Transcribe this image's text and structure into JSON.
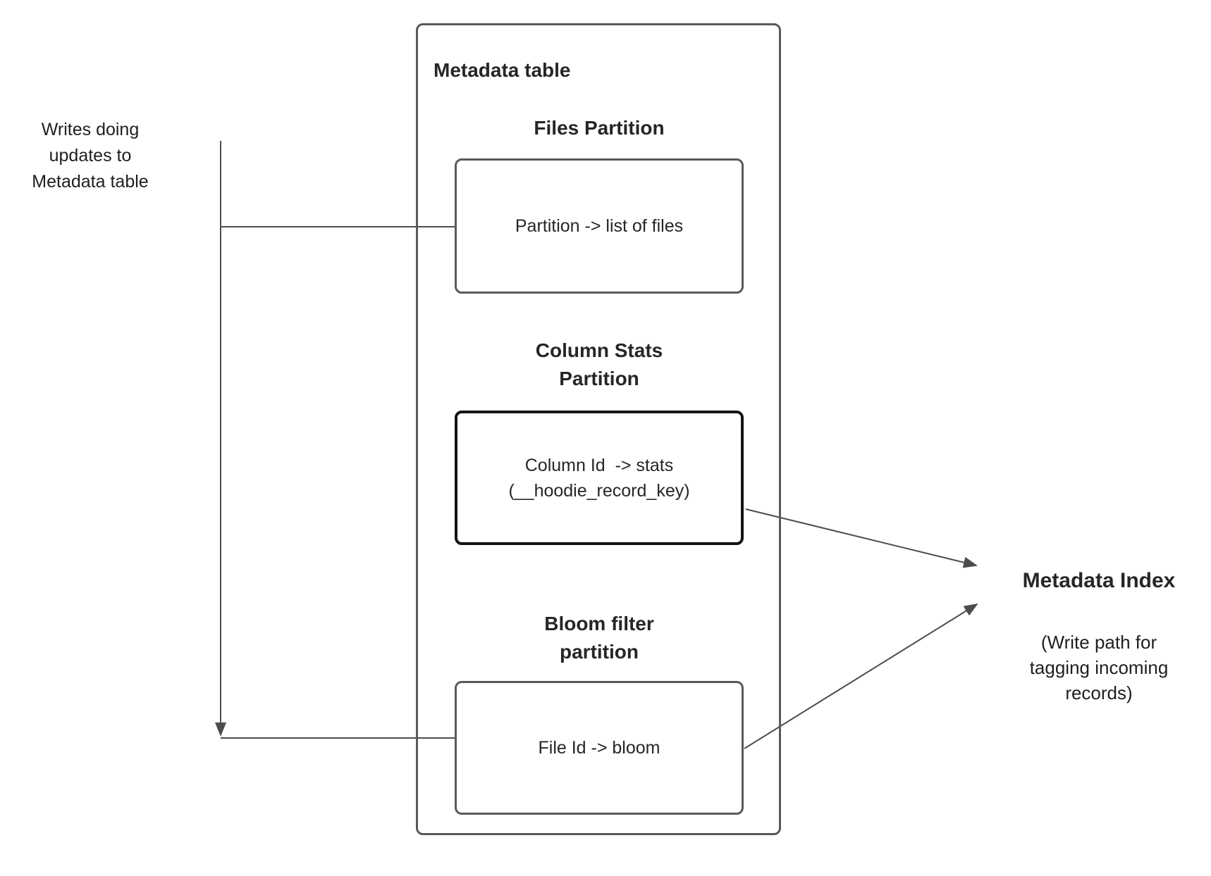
{
  "note_left": "Writes doing\nupdates to\nMetadata table",
  "metadata_table": {
    "title": "Metadata table",
    "files": {
      "heading": "Files Partition",
      "content": "Partition -> list of files"
    },
    "column_stats": {
      "heading": "Column Stats\nPartition",
      "content": "Column Id  -> stats\n(__hoodie_record_key)"
    },
    "bloom": {
      "heading": "Bloom filter\npartition",
      "content": "File Id -> bloom"
    }
  },
  "metadata_index": {
    "title": "Metadata Index",
    "subtitle": "(Write path for\ntagging incoming\nrecords)"
  },
  "colors": {
    "line": "#4d4d4d",
    "box_border": "#595959",
    "emphasis_border": "#141414"
  }
}
